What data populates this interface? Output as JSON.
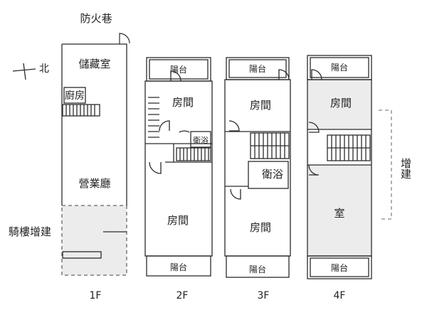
{
  "labels": {
    "fire_lane": "防火巷",
    "north": "北",
    "storage": "儲藏室",
    "kitchen": "廚房",
    "business_hall": "營業廳",
    "arcade_addition": "騎樓增建",
    "f2_room_top": "房間",
    "f2_bath": "衛浴",
    "f2_room_bottom": "房間",
    "f2_balcony_top": "陽台",
    "f2_balcony_bottom": "陽台",
    "f3_balcony_top": "陽台",
    "f3_room_top": "房間",
    "f3_bath": "衛浴",
    "f3_room_bottom": "房間",
    "f3_balcony_bottom": "陽台",
    "f4_balcony_top": "陽台",
    "f4_room_top": "房間",
    "f4_room_bottom": "室",
    "f4_balcony_bottom": "陽台",
    "f4_addition": "增建"
  },
  "floors": [
    "1F",
    "2F",
    "3F",
    "4F"
  ],
  "colors": {
    "line": "#2b2b2b",
    "addition_fill": "#ececec",
    "dash": "#888888"
  }
}
